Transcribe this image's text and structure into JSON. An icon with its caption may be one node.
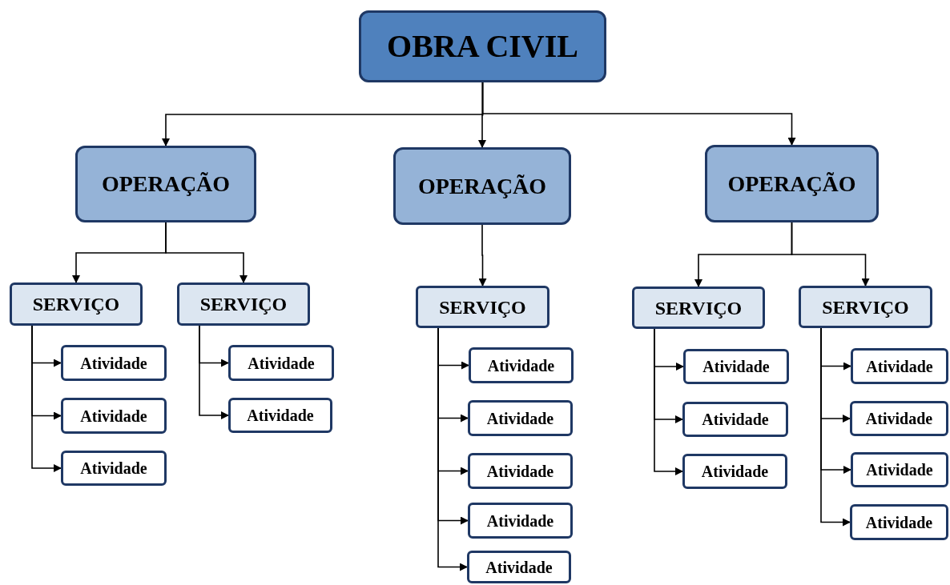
{
  "diagram": {
    "nodes": [
      {
        "text": [
          "OBRA CIVIL"
        ]
      },
      {
        "text": [
          "OPERAÇÃO"
        ]
      },
      {
        "text": [
          "OPERAÇÃO"
        ]
      },
      {
        "text": [
          "OPERAÇÃO"
        ]
      },
      {
        "text": [
          "SERVIÇO"
        ]
      },
      {
        "text": [
          "SERVIÇO"
        ]
      },
      {
        "text": [
          "SERVIÇO"
        ]
      },
      {
        "text": [
          "SERVIÇO"
        ]
      },
      {
        "text": [
          "SERVIÇO"
        ]
      },
      {
        "text": [
          "Atividade"
        ]
      },
      {
        "text": [
          "Atividade"
        ]
      },
      {
        "text": [
          "Atividade"
        ]
      },
      {
        "text": [
          "Atividade"
        ]
      },
      {
        "text": [
          "Atividade"
        ]
      },
      {
        "text": [
          "Atividade"
        ]
      },
      {
        "text": [
          "Atividade"
        ]
      },
      {
        "text": [
          "Atividade"
        ]
      },
      {
        "text": [
          "Atividade"
        ]
      },
      {
        "text": [
          "Atividade"
        ]
      },
      {
        "text": [
          "Atividade"
        ]
      },
      {
        "text": [
          "Atividade"
        ]
      },
      {
        "text": [
          "Atividade"
        ]
      },
      {
        "text": [
          "Atividade"
        ]
      },
      {
        "text": [
          "Atividade"
        ]
      },
      {
        "text": [
          "Atividade"
        ]
      },
      {
        "text": [
          "Atividade"
        ]
      }
    ],
    "edges": [
      {
        "from": 0,
        "to": 1,
        "arrow": "to"
      },
      {
        "from": 0,
        "to": 2,
        "arrow": "to"
      },
      {
        "from": 0,
        "to": 3,
        "arrow": "to"
      },
      {
        "from": 1,
        "to": 4,
        "arrow": "to"
      },
      {
        "from": 1,
        "to": 5,
        "arrow": "to"
      },
      {
        "from": 2,
        "to": 6,
        "arrow": "to"
      },
      {
        "from": 3,
        "to": 7,
        "arrow": "to"
      },
      {
        "from": 3,
        "to": 8,
        "arrow": "to"
      },
      {
        "from": 4,
        "to": 9,
        "arrow": "to"
      },
      {
        "from": 4,
        "to": 10,
        "arrow": "to"
      },
      {
        "from": 4,
        "to": 11,
        "arrow": "to"
      },
      {
        "from": 5,
        "to": 12,
        "arrow": "to"
      },
      {
        "from": 5,
        "to": 13,
        "arrow": "to"
      },
      {
        "from": 6,
        "to": 14,
        "arrow": "to"
      },
      {
        "from": 6,
        "to": 15,
        "arrow": "to"
      },
      {
        "from": 6,
        "to": 16,
        "arrow": "to"
      },
      {
        "from": 6,
        "to": 17,
        "arrow": "to"
      },
      {
        "from": 6,
        "to": 18,
        "arrow": "to"
      },
      {
        "from": 7,
        "to": 19,
        "arrow": "to"
      },
      {
        "from": 7,
        "to": 20,
        "arrow": "to"
      },
      {
        "from": 7,
        "to": 21,
        "arrow": "to"
      },
      {
        "from": 8,
        "to": 22,
        "arrow": "to"
      },
      {
        "from": 8,
        "to": 23,
        "arrow": "to"
      },
      {
        "from": 8,
        "to": 24,
        "arrow": "to"
      },
      {
        "from": 8,
        "to": 25,
        "arrow": "to"
      }
    ]
  }
}
